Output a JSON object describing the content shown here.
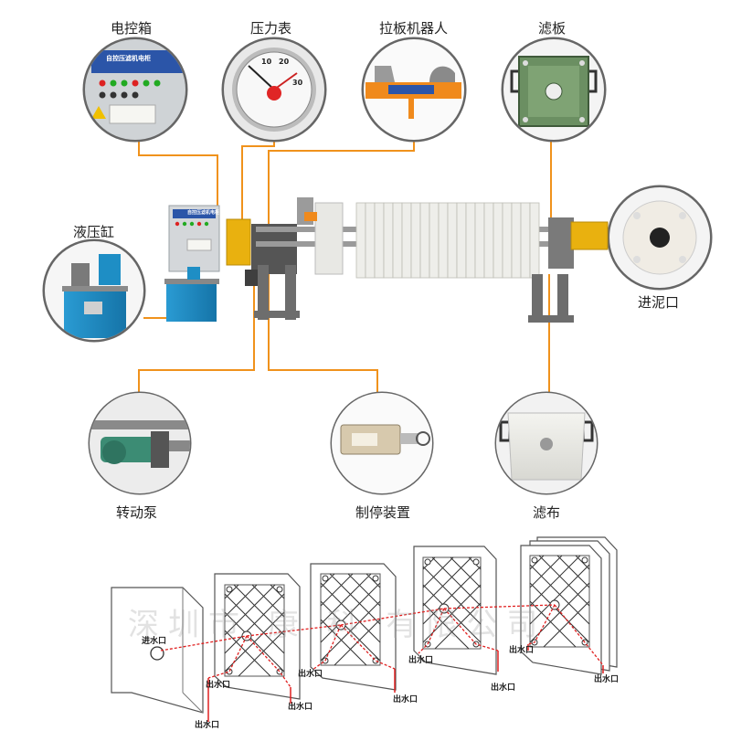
{
  "callouts": {
    "control_box": "电控箱",
    "pressure_gauge": "压力表",
    "puller_robot": "拉板机器人",
    "filter_plate": "滤板",
    "hydraulic_cylinder": "液压缸",
    "inlet": "进泥口",
    "rotary_pump": "转动泵",
    "brake_device": "制停装置",
    "filter_cloth": "滤布"
  },
  "panel_header": "自控压滤机电柜",
  "gauge_ticks": [
    "10",
    "20",
    "30"
  ],
  "flow": {
    "inlet_label": "进水口",
    "outlet_label": "出水口"
  },
  "watermark": "深圳市  康  科  有限公司",
  "colors": {
    "leader": "#f0921c",
    "gauge_knob": "#e02525",
    "pump_blue": "#1e8ec5",
    "plate_green": "#6b8f62",
    "machine_yellow": "#e9b10f",
    "flow_red": "#e02020"
  }
}
